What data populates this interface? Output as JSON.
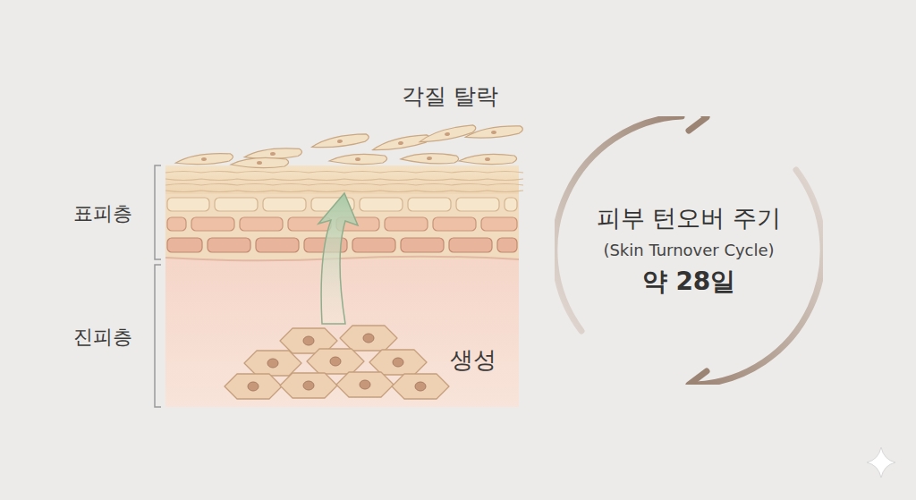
{
  "diagram": {
    "nodes": [
      {
        "text": [
          "피부 턴오버 주기",
          "(Skin Turnover Cycle)",
          "약 28일"
        ]
      }
    ],
    "labels": [
      "각질 탈락",
      "표피층",
      "진피층",
      "생성"
    ]
  }
}
